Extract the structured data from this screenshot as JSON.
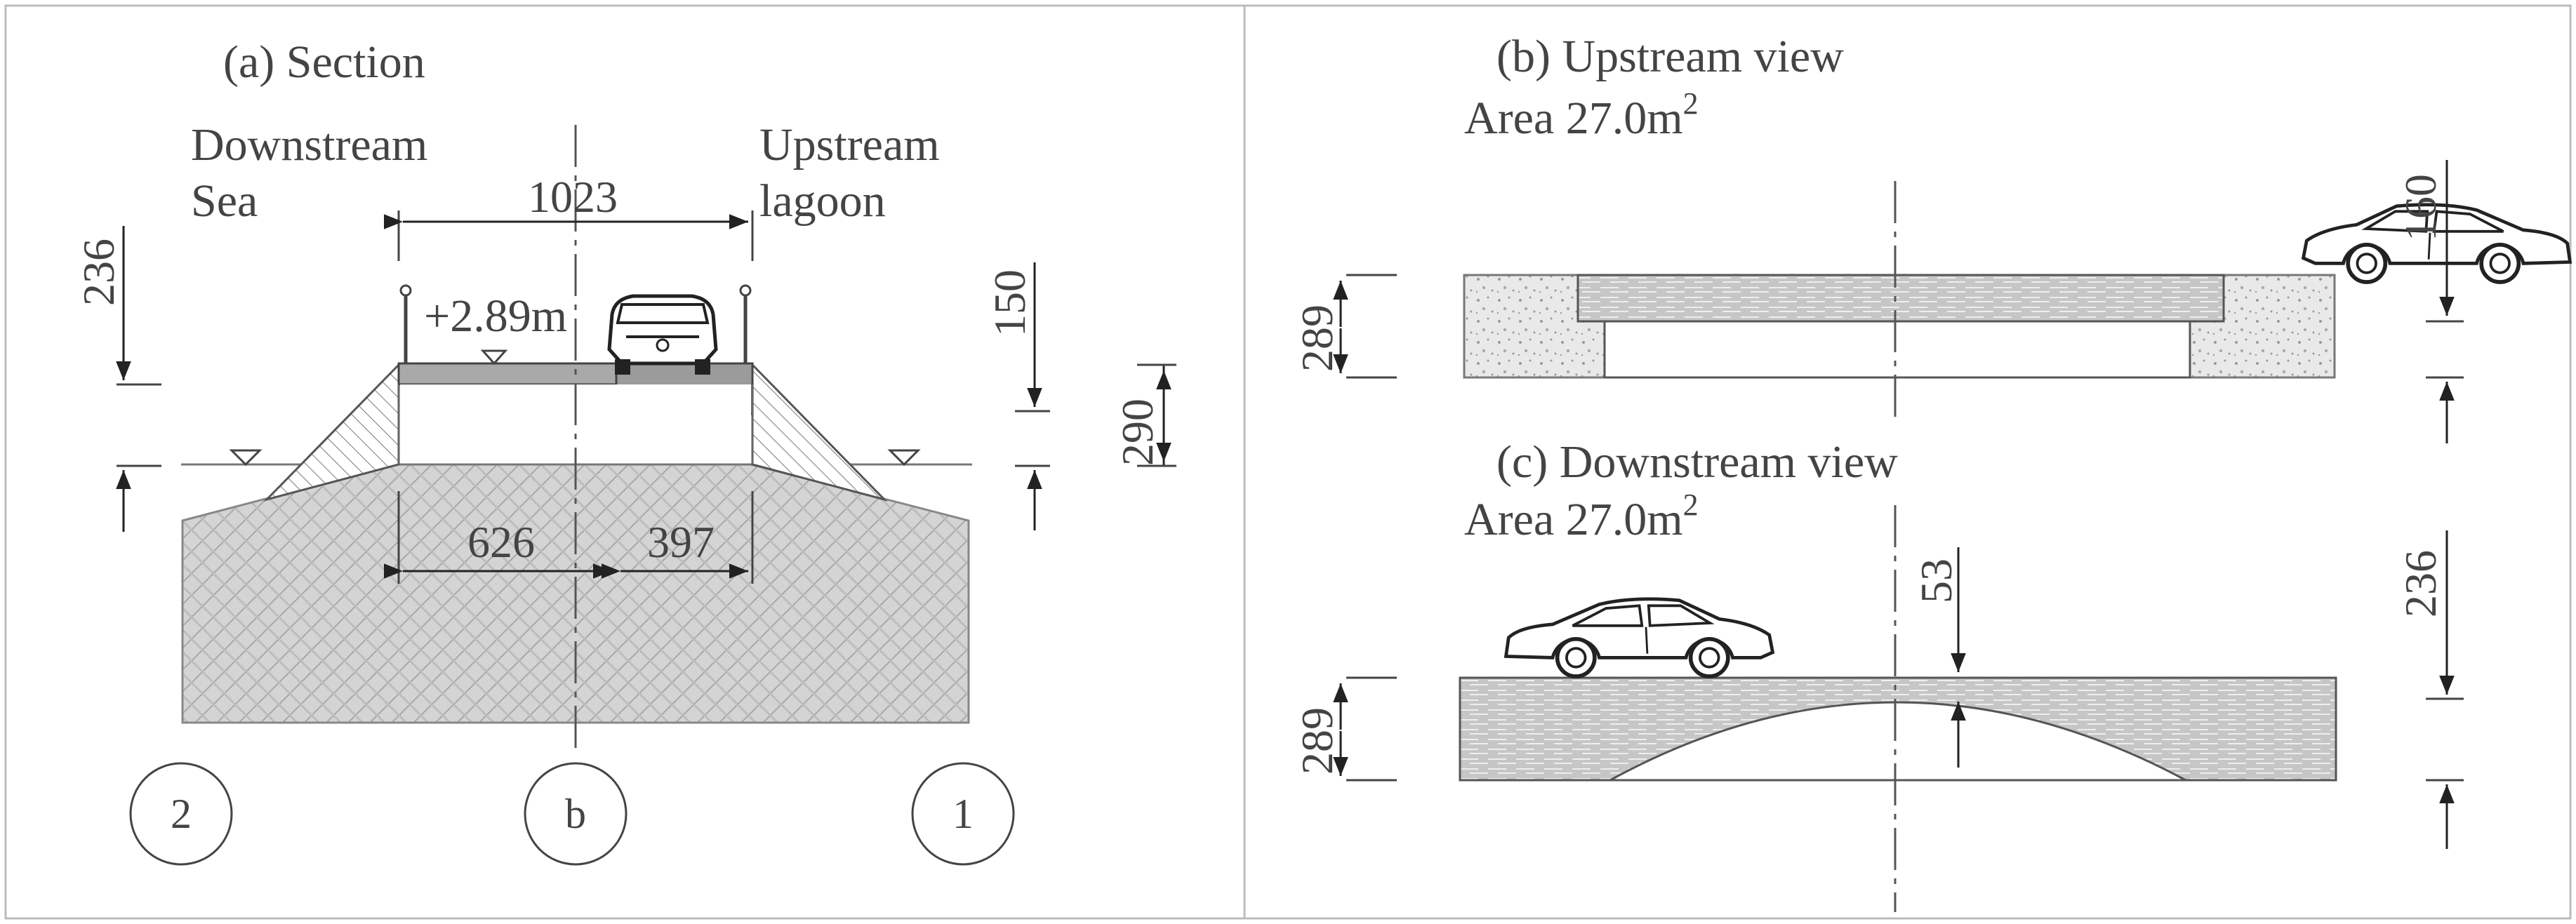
{
  "panels": {
    "section": {
      "title": "(a)   Section",
      "downstream_label": [
        "Downstream",
        "Sea"
      ],
      "upstream_label": [
        "Upstream",
        "lagoon"
      ],
      "level_label": "+2.89m",
      "dims": {
        "total": "1023",
        "left": "626",
        "right": "397",
        "d236": "236",
        "d150": "150",
        "d290": "290"
      },
      "markers": [
        "2",
        "b",
        "1"
      ]
    },
    "upstream": {
      "title": "(b)   Upstream view",
      "area_prefix": "Area 27.0m",
      "area_sup": "2",
      "dims": {
        "d289": "289",
        "d160": "160"
      }
    },
    "downstream": {
      "title": "(c)   Downstream view",
      "area_prefix": "Area 27.0m",
      "area_sup": "2",
      "dims": {
        "d289": "289",
        "d53": "53",
        "d236": "236"
      }
    }
  },
  "colors": {
    "line": "#444444",
    "fill_dark": "#9a9a9a",
    "fill_soil": "#cfcfcf",
    "deck": "#bdbdbd"
  }
}
